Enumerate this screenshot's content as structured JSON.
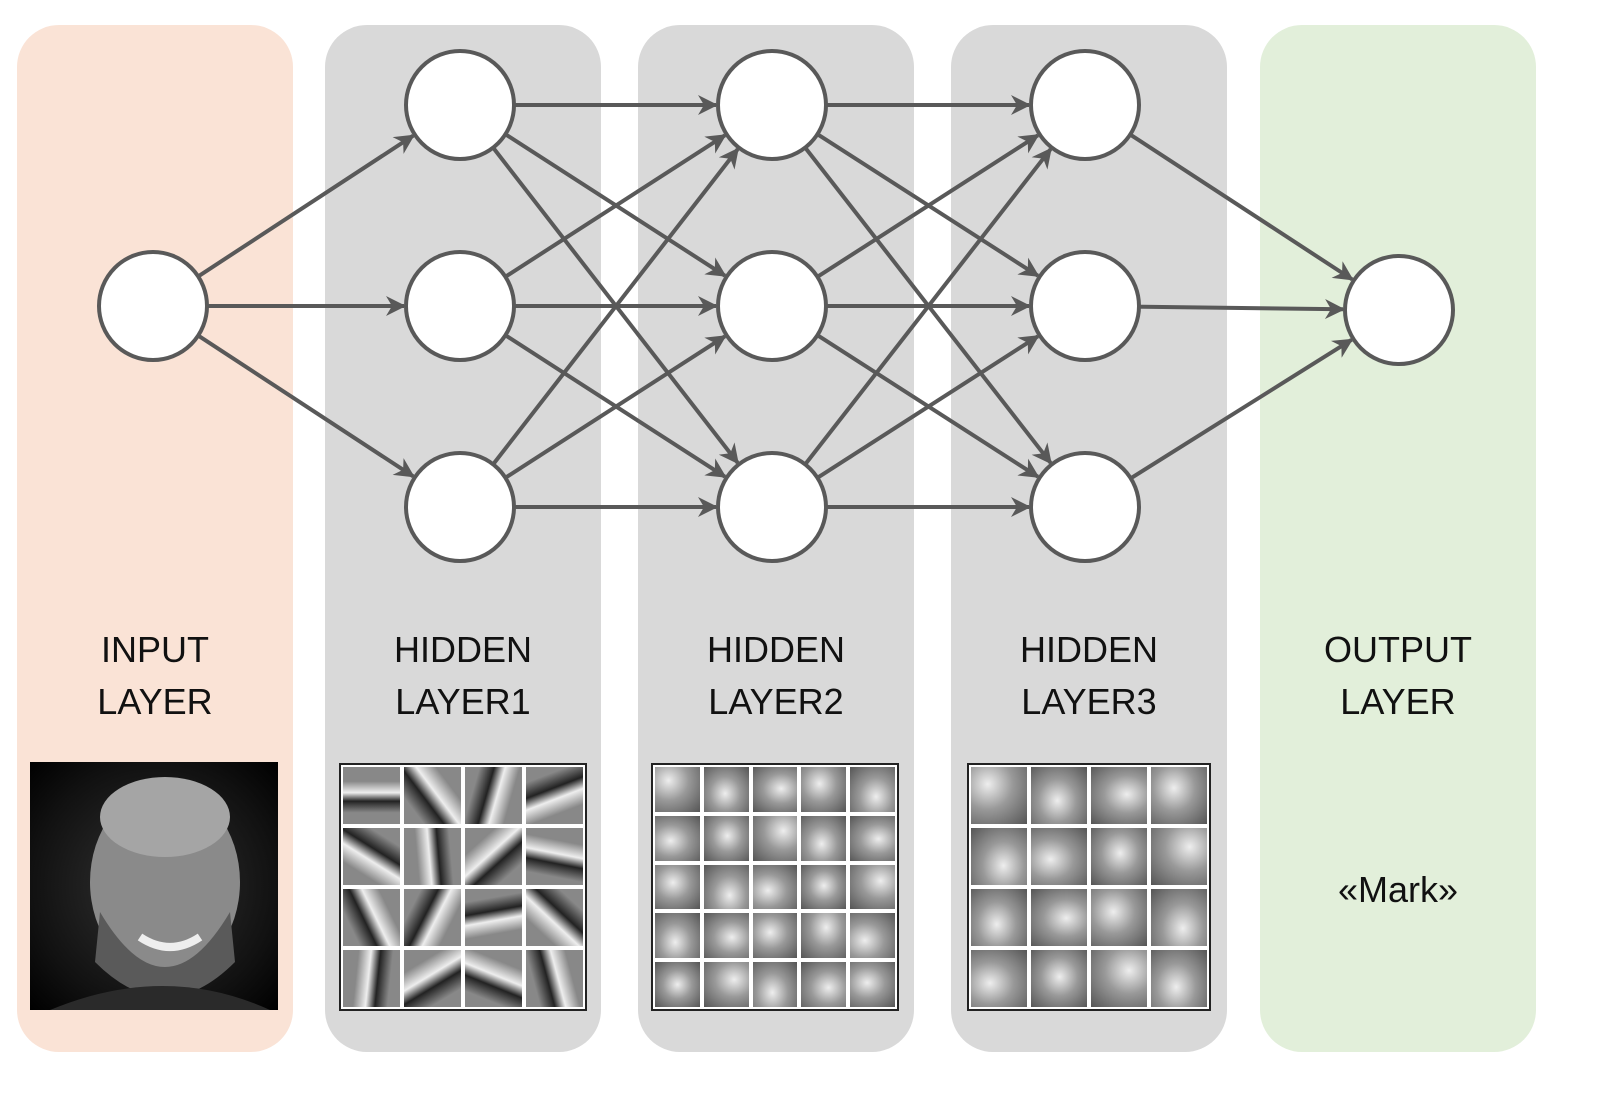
{
  "colors": {
    "input_panel": "#FAE3D6",
    "hidden_panel": "#D9D9D9",
    "output_panel": "#E2EFDA",
    "edge": "#595959",
    "node_fill": "#FFFFFF"
  },
  "layers": [
    {
      "id": "input",
      "line1": "INPUT",
      "line2": "LAYER",
      "nodes": 1
    },
    {
      "id": "hidden1",
      "line1": "HIDDEN",
      "line2": "LAYER1",
      "nodes": 3,
      "grid": 4
    },
    {
      "id": "hidden2",
      "line1": "HIDDEN",
      "line2": "LAYER2",
      "nodes": 3,
      "grid": 5
    },
    {
      "id": "hidden3",
      "line1": "HIDDEN",
      "line2": "LAYER3",
      "nodes": 3,
      "grid": 4
    },
    {
      "id": "output",
      "line1": "OUTPUT",
      "line2": "LAYER",
      "nodes": 1,
      "result": "«Mark»"
    }
  ]
}
